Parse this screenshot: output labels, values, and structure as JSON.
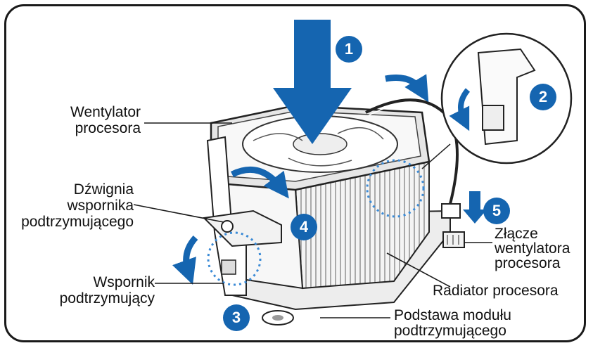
{
  "labels": {
    "fan": [
      "Wentylator",
      "procesora"
    ],
    "lever": [
      "Dźwignia",
      "wspornika",
      "podtrzymującego"
    ],
    "bracket": [
      "Wspornik",
      "podtrzymujący"
    ],
    "connector": [
      "Złącze",
      "wentylatora",
      "procesora"
    ],
    "heatsink": "Radiator procesora",
    "base": [
      "Podstawa modułu",
      "podtrzymującego"
    ]
  },
  "steps": [
    "1",
    "2",
    "3",
    "4",
    "5"
  ],
  "colors": {
    "accent": "#1565b0",
    "accent_light": "#3a8ad6",
    "line": "#1a1a1a"
  },
  "icons": [
    "down-arrow-icon",
    "curved-arrow-icon",
    "dotted-circle-icon"
  ]
}
